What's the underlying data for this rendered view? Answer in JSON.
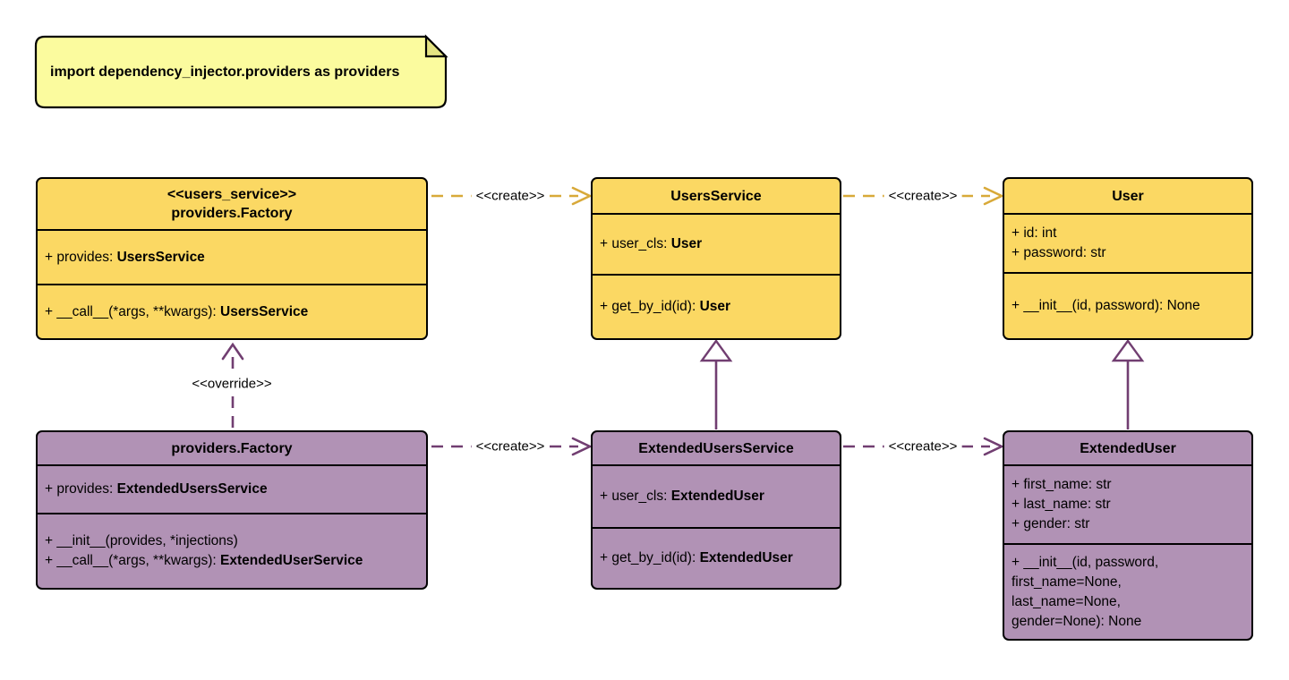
{
  "note": {
    "text": "import dependency_injector.providers as providers"
  },
  "colors": {
    "class_fill_yellow": "#FBD863",
    "class_fill_purple": "#B192B5",
    "note_fill": "#FBFB9E",
    "note_fold": "#E4E382",
    "create_arrow_yellow": "#D8A939",
    "arrow_purple": "#713E71",
    "border_black": "#000000"
  },
  "classes": [
    {
      "stereotype": "<<users_service>>",
      "name": "providers.Factory",
      "attributes": [
        {
          "text": "+ provides: ",
          "bold": "UsersService"
        }
      ],
      "methods": [
        {
          "text": "+ __call__(*args, **kwargs): ",
          "bold": "UsersService"
        }
      ]
    },
    {
      "name": "UsersService",
      "attributes": [
        {
          "text": "+ user_cls: ",
          "bold": "User"
        }
      ],
      "methods": [
        {
          "text": "+ get_by_id(id): ",
          "bold": "User"
        }
      ]
    },
    {
      "name": "User",
      "attributes": [
        {
          "text": "+ id: int",
          "bold": ""
        },
        {
          "text": "+ password: str",
          "bold": ""
        }
      ],
      "methods": [
        {
          "text": "+ __init__(id, password): None",
          "bold": ""
        }
      ]
    },
    {
      "name": "providers.Factory",
      "attributes": [
        {
          "text": "+ provides: ",
          "bold": "ExtendedUsersService"
        }
      ],
      "methods": [
        {
          "text": "+ __init__(provides, *injections)",
          "bold": ""
        },
        {
          "text": "+ __call__(*args, **kwargs): ",
          "bold": "ExtendedUserService"
        }
      ]
    },
    {
      "name": "ExtendedUsersService",
      "attributes": [
        {
          "text": "+ user_cls: ",
          "bold": "ExtendedUser"
        }
      ],
      "methods": [
        {
          "text": "+ get_by_id(id): ",
          "bold": "ExtendedUser"
        }
      ]
    },
    {
      "name": "ExtendedUser",
      "attributes": [
        {
          "text": "+ first_name: str",
          "bold": ""
        },
        {
          "text": "+ last_name: str",
          "bold": ""
        },
        {
          "text": "+ gender: str",
          "bold": ""
        }
      ],
      "methods": [
        {
          "text": "+ __init__(id, password, first_name=None, last_name=None, gender=None): None",
          "bold": ""
        }
      ]
    }
  ],
  "edges": [
    {
      "type": "create",
      "from": "providers.Factory <<users_service>>",
      "to": "UsersService",
      "label": "<<create>>"
    },
    {
      "type": "create",
      "from": "UsersService",
      "to": "User",
      "label": "<<create>>"
    },
    {
      "type": "create",
      "from": "providers.Factory",
      "to": "ExtendedUsersService",
      "label": "<<create>>"
    },
    {
      "type": "create",
      "from": "ExtendedUsersService",
      "to": "ExtendedUser",
      "label": "<<create>>"
    },
    {
      "type": "override",
      "from": "providers.Factory",
      "to": "providers.Factory <<users_service>>",
      "label": "<<override>>"
    },
    {
      "type": "inheritance",
      "from": "ExtendedUsersService",
      "to": "UsersService",
      "label": ""
    },
    {
      "type": "inheritance",
      "from": "ExtendedUser",
      "to": "User",
      "label": ""
    }
  ]
}
